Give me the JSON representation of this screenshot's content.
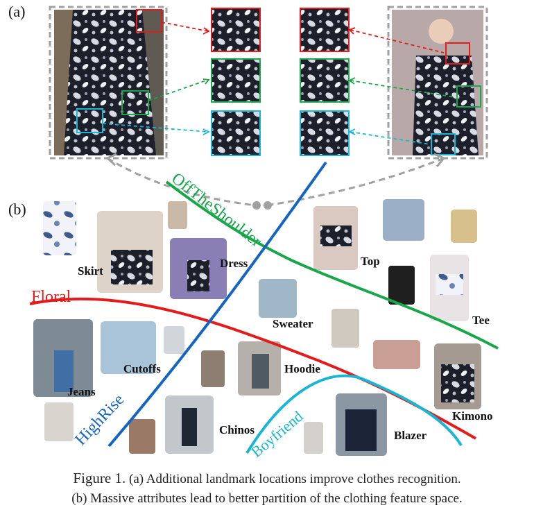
{
  "panels": {
    "a": "(a)",
    "b": "(b)"
  },
  "curve_labels": {
    "off_the_shoulder": "OffTheShoulder",
    "floral": "Floral",
    "high_rise": "HighRise",
    "boyfriend": "Boyfriend"
  },
  "categories": {
    "skirt": "Skirt",
    "dress": "Dress",
    "top": "Top",
    "tee": "Tee",
    "sweater": "Sweater",
    "jeans": "Jeans",
    "cutoffs": "Cutoffs",
    "hoodie": "Hoodie",
    "chinos": "Chinos",
    "blazer": "Blazer",
    "kimono": "Kimono"
  },
  "colors": {
    "green": "#1aa64a",
    "red": "#e41b1b",
    "blue": "#1565c0",
    "cyan": "#18b6d4",
    "gray": "#a0a0a0"
  },
  "caption": {
    "lead": "Figure 1.",
    "line1_rest": " (a) Additional landmark locations improve clothes recognition.",
    "line2": "(b) Massive attributes lead to better partition of the clothing feature space."
  }
}
